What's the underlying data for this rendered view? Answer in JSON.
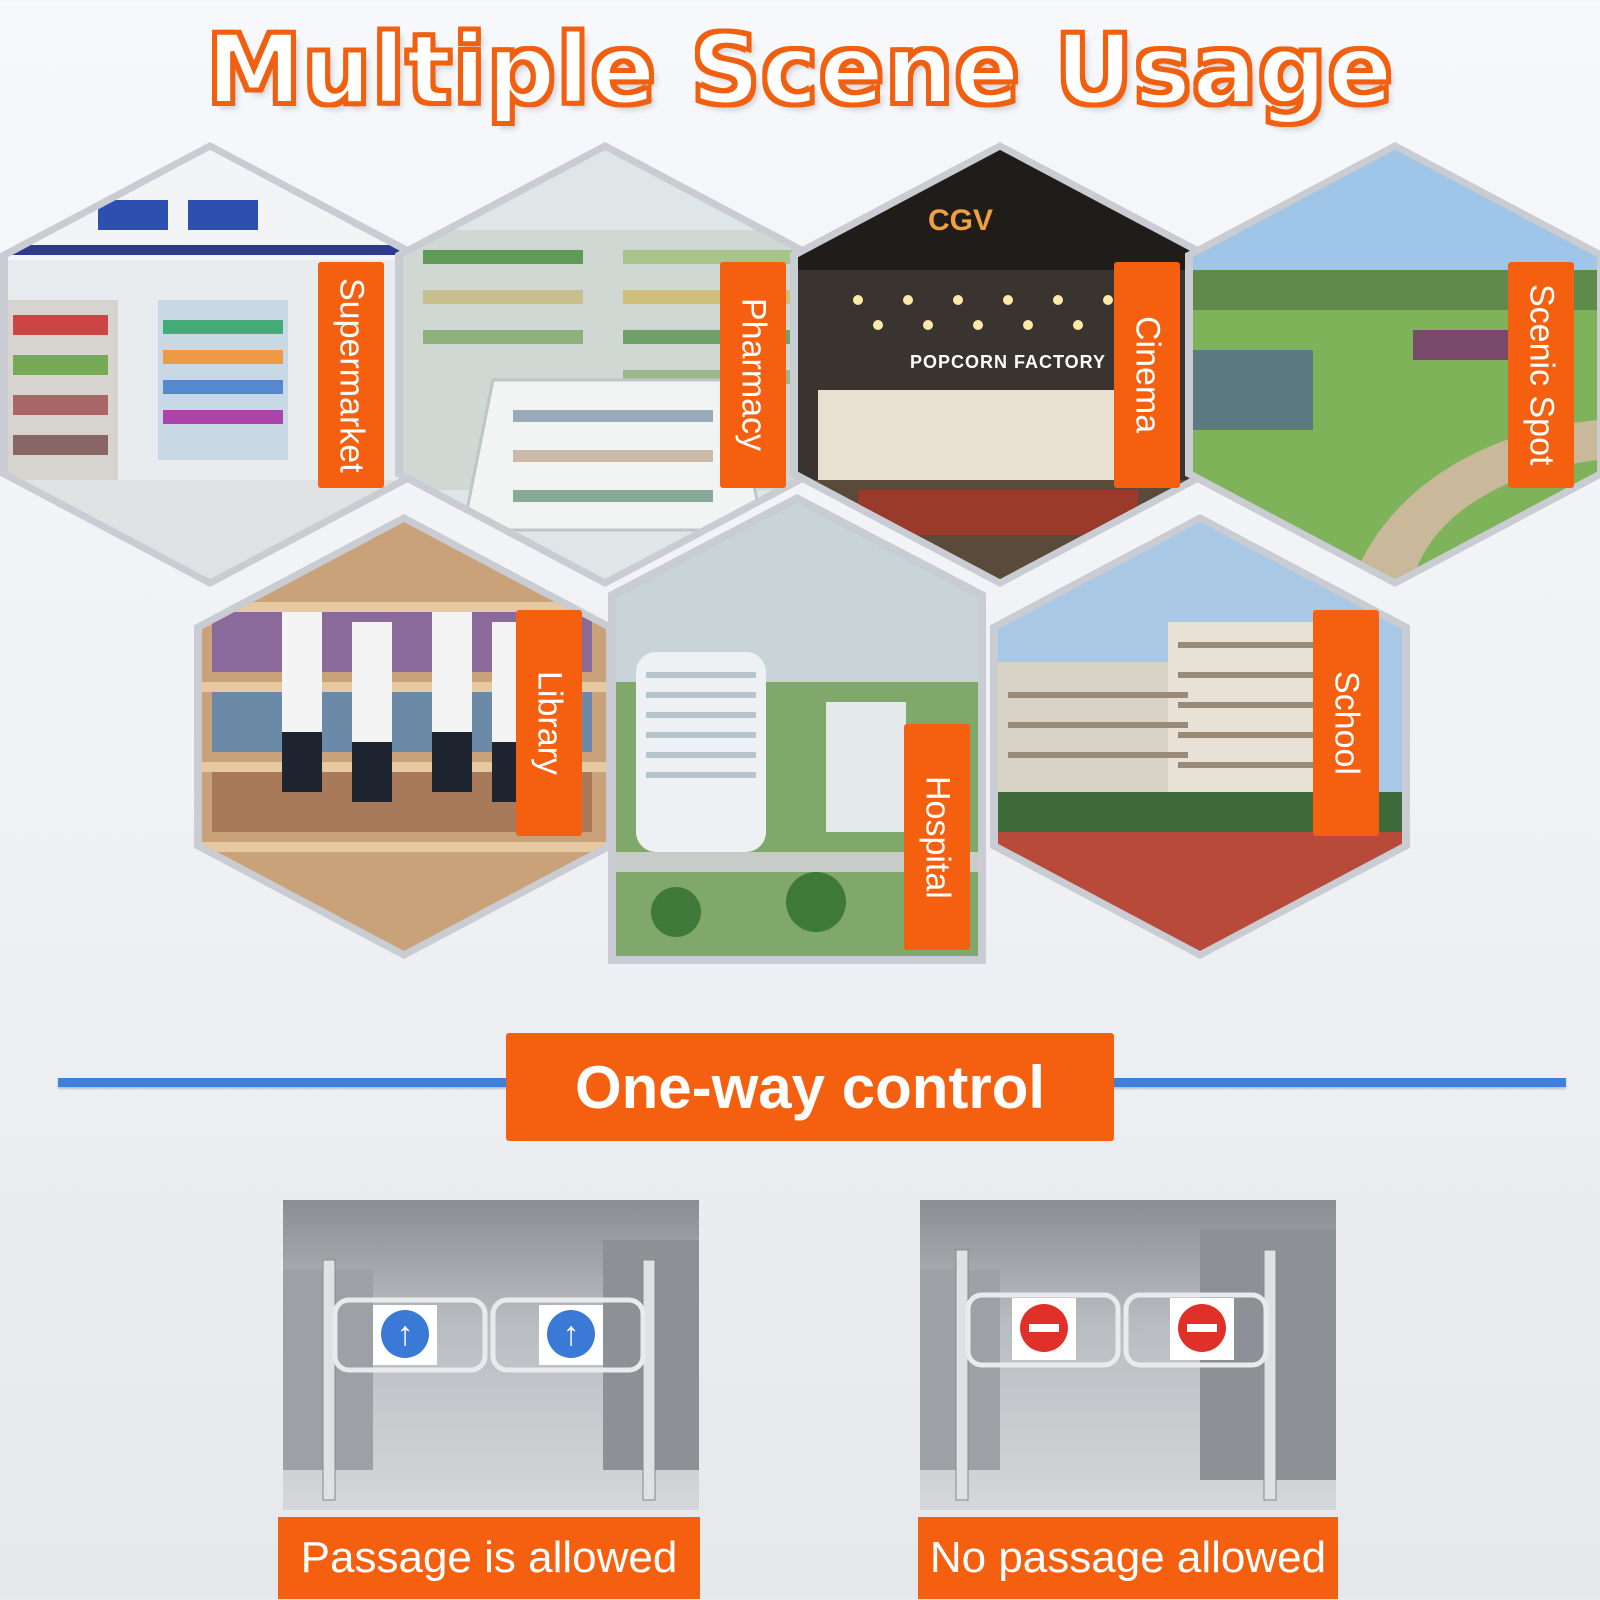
{
  "title": "Multiple Scene Usage",
  "scenes": [
    {
      "label": "Supermarket"
    },
    {
      "label": "Pharmacy"
    },
    {
      "label": "Cinema",
      "sign": "POPCORN FACTORY",
      "brand": "CGV"
    },
    {
      "label": "Scenic Spot"
    },
    {
      "label": "Library"
    },
    {
      "label": "Hospital"
    },
    {
      "label": "School"
    }
  ],
  "section_title": "One-way control",
  "gates": [
    {
      "caption": "Passage is allowed",
      "sign_icon": "up-arrow-icon",
      "sign_color": "#3a7ad6"
    },
    {
      "caption": "No passage allowed",
      "sign_icon": "no-entry-icon",
      "sign_color": "#e0302a"
    }
  ],
  "colors": {
    "accent": "#f46010",
    "line": "#3f7fe0"
  }
}
